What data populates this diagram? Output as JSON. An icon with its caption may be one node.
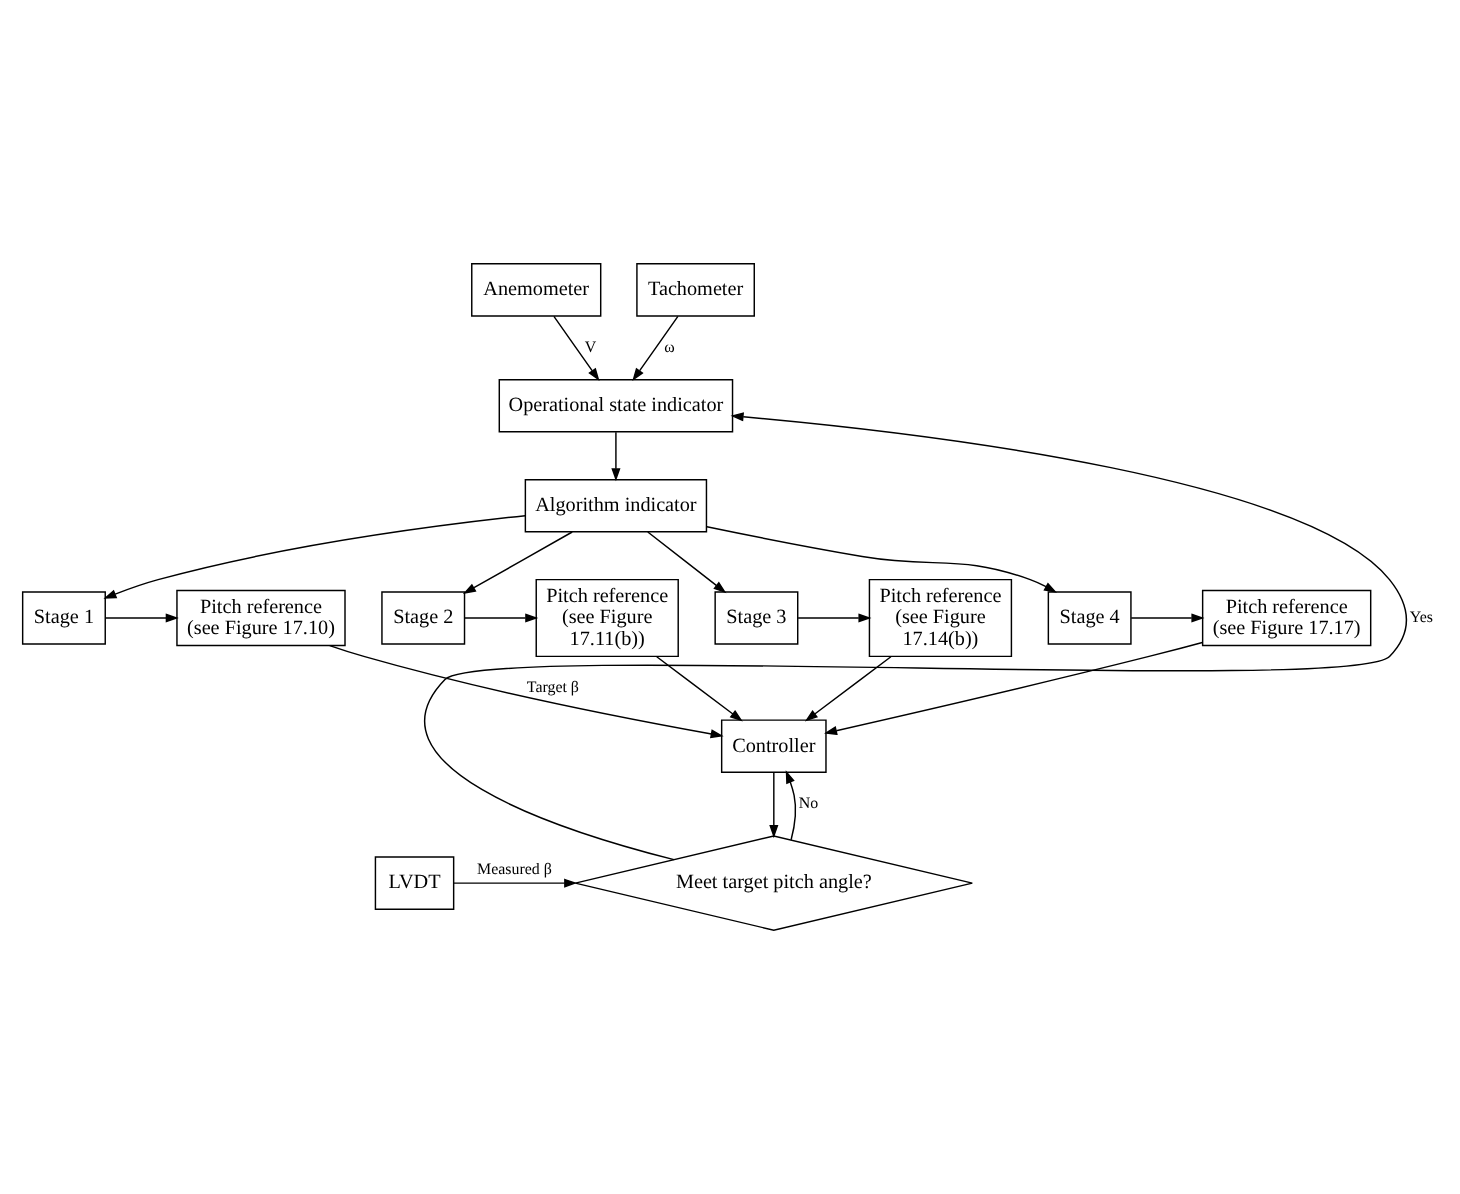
{
  "diagram": {
    "nodes": [
      {
        "text": [
          "Anemometer"
        ]
      },
      {
        "text": [
          "Tachometer"
        ]
      },
      {
        "text": [
          "Operational state indicator"
        ]
      },
      {
        "text": [
          "Algorithm indicator"
        ]
      },
      {
        "text": [
          "Stage 1"
        ]
      },
      {
        "text": [
          "Pitch reference (see Figure 17.10)"
        ]
      },
      {
        "text": [
          "Stage 2"
        ]
      },
      {
        "text": [
          "Pitch reference (see Figure 17.11(b))"
        ]
      },
      {
        "text": [
          "Stage 3"
        ]
      },
      {
        "text": [
          "Pitch reference (see Figure 17.14(b))"
        ]
      },
      {
        "text": [
          "Stage 4"
        ]
      },
      {
        "text": [
          "Pitch reference (see Figure 17.17)"
        ]
      },
      {
        "text": [
          "Controller"
        ]
      },
      {
        "text": [
          "LVDT"
        ]
      },
      {
        "text": [
          "Meet target pitch angle?"
        ]
      }
    ],
    "edges": [
      {
        "from": 0,
        "to": 2,
        "arrow": "to",
        "label": "V"
      },
      {
        "from": 1,
        "to": 2,
        "arrow": "to",
        "label": "ω"
      },
      {
        "from": 2,
        "to": 3,
        "arrow": "to"
      },
      {
        "from": 3,
        "to": 4,
        "arrow": "to"
      },
      {
        "from": 3,
        "to": 6,
        "arrow": "to"
      },
      {
        "from": 3,
        "to": 8,
        "arrow": "to"
      },
      {
        "from": 3,
        "to": 10,
        "arrow": "to"
      },
      {
        "from": 4,
        "to": 5,
        "arrow": "to"
      },
      {
        "from": 6,
        "to": 7,
        "arrow": "to"
      },
      {
        "from": 8,
        "to": 9,
        "arrow": "to"
      },
      {
        "from": 10,
        "to": 11,
        "arrow": "to"
      },
      {
        "from": 5,
        "to": 12,
        "arrow": "to",
        "label": "Target β"
      },
      {
        "from": 7,
        "to": 12,
        "arrow": "to"
      },
      {
        "from": 9,
        "to": 12,
        "arrow": "to"
      },
      {
        "from": 11,
        "to": 12,
        "arrow": "to"
      },
      {
        "from": 12,
        "to": 14,
        "arrow": "to"
      },
      {
        "from": 13,
        "to": 14,
        "arrow": "to",
        "label": "Measured β"
      },
      {
        "from": 14,
        "to": 12,
        "arrow": "to",
        "label": "No"
      },
      {
        "from": 14,
        "to": 2,
        "arrow": "to",
        "label": "Yes"
      }
    ]
  }
}
